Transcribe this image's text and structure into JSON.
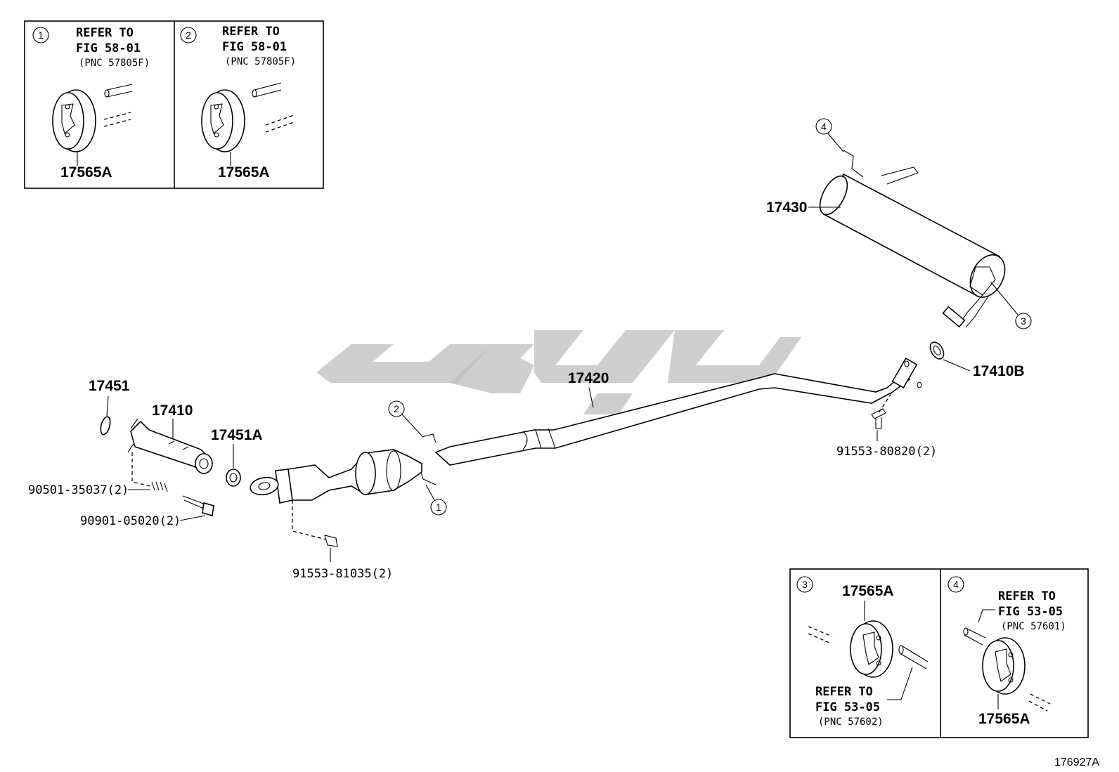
{
  "inset1": {
    "number": "1",
    "refer": "REFER TO",
    "fig": "FIG 58-01",
    "pnc": "(PNC 57805F)",
    "part": "17565A"
  },
  "inset2": {
    "number": "2",
    "refer": "REFER TO",
    "fig": "FIG 58-01",
    "pnc": "(PNC 57805F)",
    "part": "17565A"
  },
  "inset3": {
    "number": "3",
    "part": "17565A",
    "refer": "REFER TO",
    "fig": "FIG 53-05",
    "pnc": "(PNC 57602)"
  },
  "inset4": {
    "number": "4",
    "refer": "REFER TO",
    "fig": "FIG 53-05",
    "pnc": "(PNC 57601)",
    "part": "17565A"
  },
  "labels": {
    "p17430": "17430",
    "p17420": "17420",
    "p17410B": "17410B",
    "p91553_80820": "91553-80820(2)",
    "p17451": "17451",
    "p17410": "17410",
    "p17451A": "17451A",
    "p90501": "90501-35037(2)",
    "p90901": "90901-05020(2)",
    "p91553_81035": "91553-81035(2)"
  },
  "callouts": {
    "c1": "1",
    "c2": "2",
    "c3": "3",
    "c4": "4"
  },
  "figure_id": "176927A",
  "colors": {
    "line": "#000000",
    "background": "#ffffff",
    "watermark": "#bdbdbd"
  }
}
